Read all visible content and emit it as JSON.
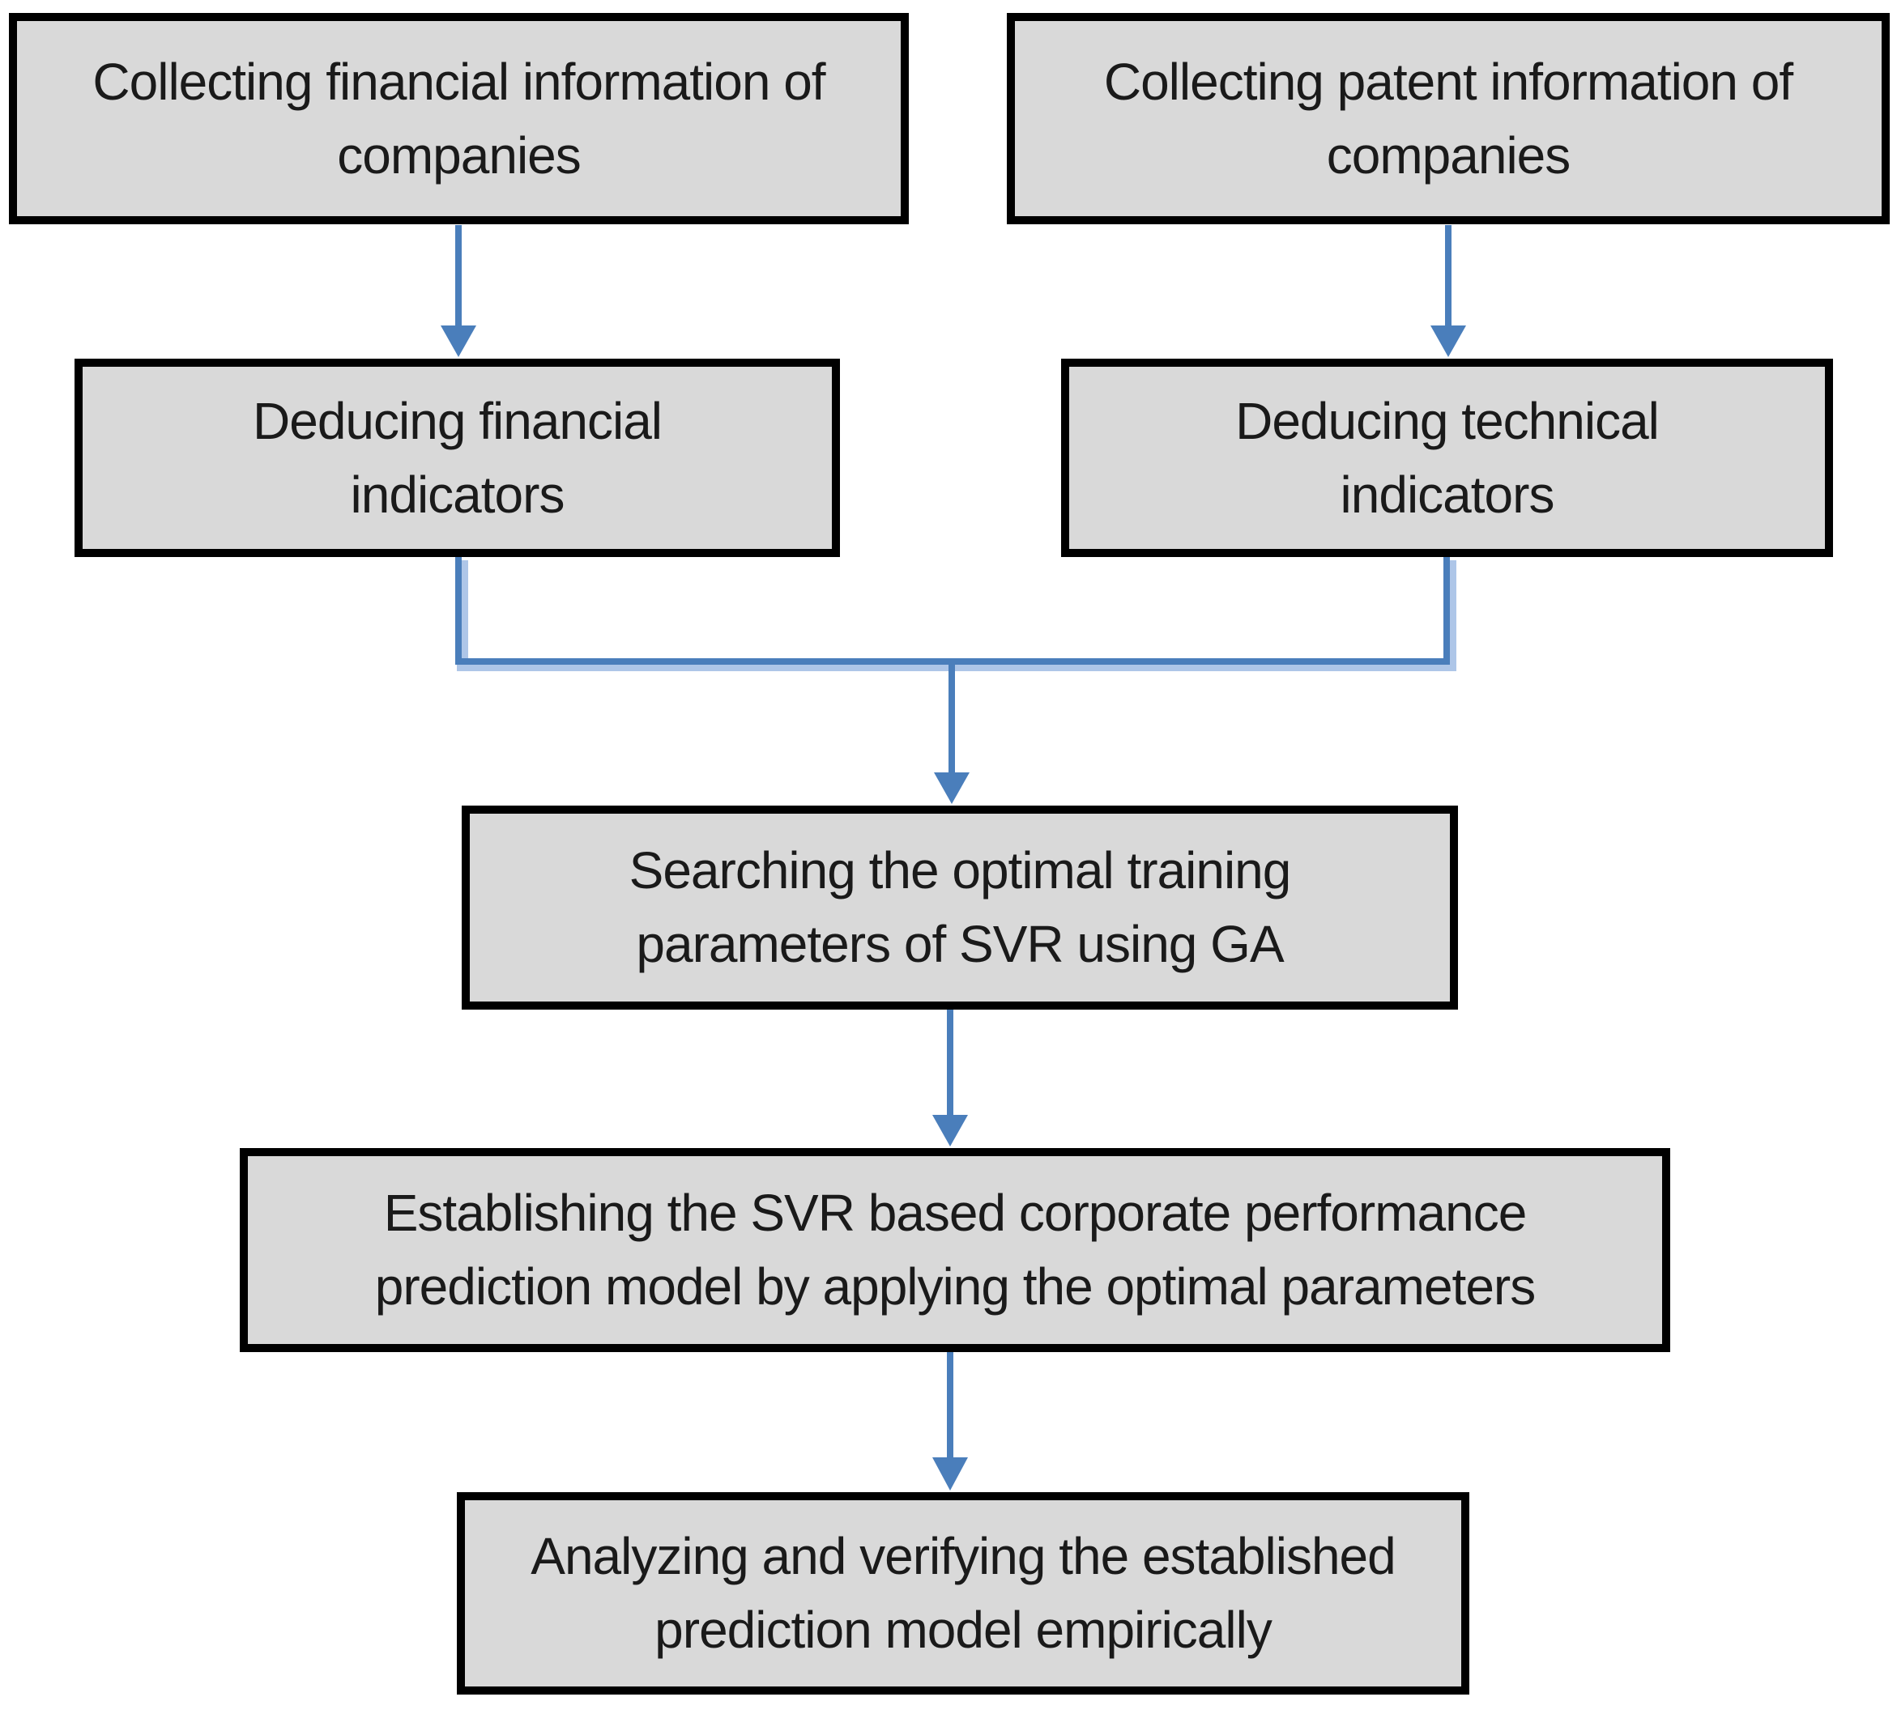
{
  "diagram": {
    "type": "flowchart",
    "boxes": [
      {
        "id": "collect-financial",
        "lines": [
          "Collecting financial information of",
          "companies"
        ]
      },
      {
        "id": "collect-patent",
        "lines": [
          "Collecting patent information of",
          "companies"
        ]
      },
      {
        "id": "deduce-financial",
        "lines": [
          "Deducing financial",
          "indicators"
        ]
      },
      {
        "id": "deduce-technical",
        "lines": [
          "Deducing technical",
          "indicators"
        ]
      },
      {
        "id": "search-svr-ga",
        "lines": [
          "Searching the optimal training",
          "parameters of SVR using GA"
        ]
      },
      {
        "id": "establish-model",
        "lines": [
          "Establishing the SVR based corporate performance",
          "prediction model by applying the optimal parameters"
        ]
      },
      {
        "id": "analyze-verify",
        "lines": [
          "Analyzing and verifying the established",
          "prediction model empirically"
        ]
      }
    ],
    "flow": [
      "collect-financial -> deduce-financial",
      "collect-patent -> deduce-technical",
      "deduce-financial + deduce-technical -> search-svr-ga",
      "search-svr-ga -> establish-model",
      "establish-model -> analyze-verify"
    ],
    "colors": {
      "box_fill": "#d9d9d9",
      "box_border": "#000000",
      "arrow": "#4a7ebb",
      "arrow_shadow": "#aec6e8",
      "text": "#1a1a1a",
      "background": "#ffffff"
    }
  }
}
